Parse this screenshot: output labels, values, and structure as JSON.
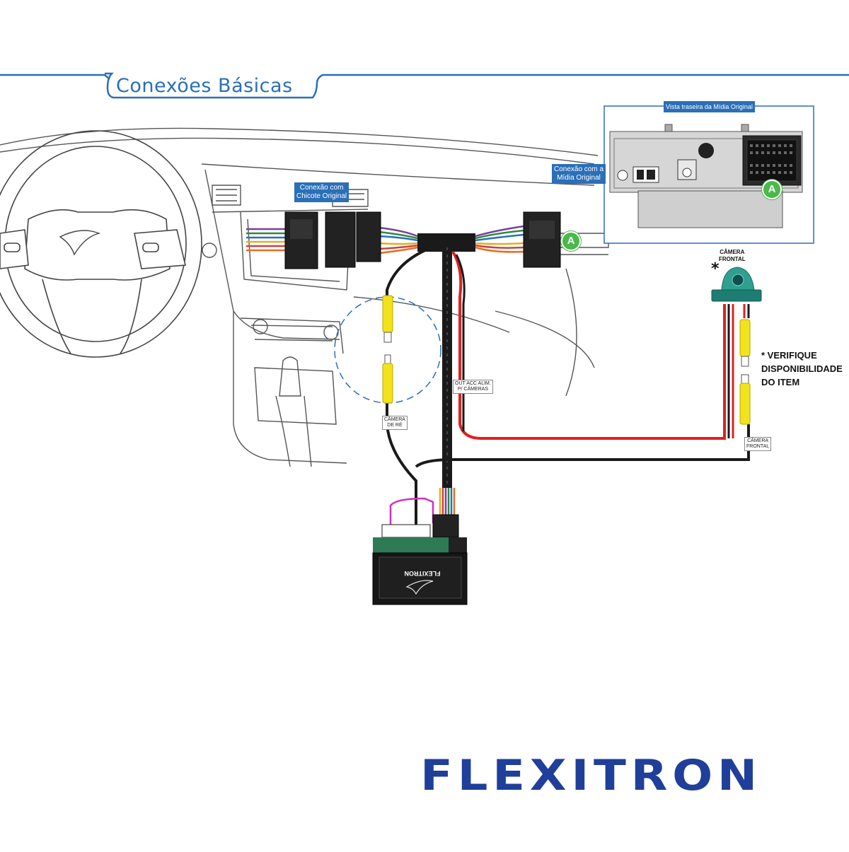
{
  "header": {
    "title": "Conexões Básicas"
  },
  "labels": {
    "rear_view": "Vista traseira da Mídia Original",
    "media_connection": "Conexão com a\nMídia Original",
    "harness_connection": "Conexão com\nChicote Original",
    "badge_letter": "A",
    "front_camera_title": "CÂMERA\nFRONTAL",
    "asterisk": "*",
    "verify_note": "* VERIFIQUE\nDISPONIBILIDADE\nDO ITEM",
    "out_acc": "OUT ACC ALIM.\nP/ CÂMERAS",
    "camera_re": "CÂMERA\nDE RÉ",
    "camera_frontal": "CÂMERA\nFRONTAL",
    "module_logo": "FLEXITRON"
  },
  "brand": {
    "name": "FLEXITRON",
    "color": "#1f3f9a"
  },
  "colors": {
    "accent_blue": "#2a6fb8",
    "badge_green": "#4bb84a",
    "rca_yellow": "#f2e21c",
    "wire_red": "#e02020",
    "wire_black": "#111111"
  }
}
